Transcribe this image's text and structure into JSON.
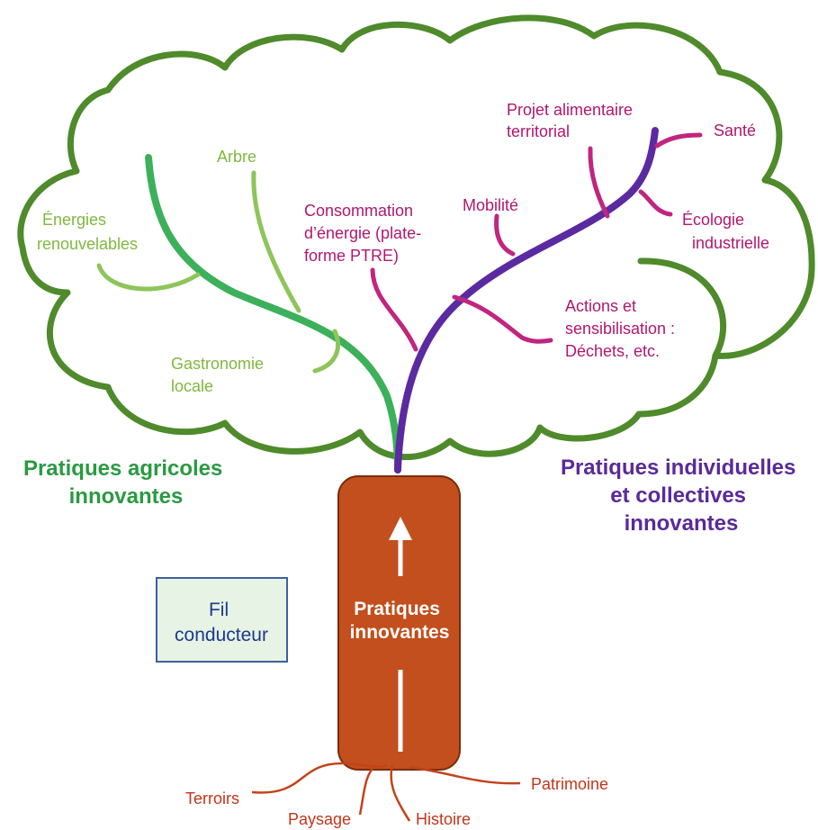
{
  "colors": {
    "cloud_outline": "#4f8a2b",
    "agri_branch": "#3cb05a",
    "agri_twig": "#8dc55a",
    "agri_label": "#7fb83e",
    "indiv_branch": "#5b2aa0",
    "indiv_twig": "#c0267f",
    "indiv_label": "#b0176e",
    "trunk_fill": "#c24f1d",
    "trunk_stroke": "#7a2d0c",
    "root_line": "#c2431a",
    "root_label": "#c2361a",
    "agri_title": "#2a9a42",
    "indiv_title": "#5a2a99",
    "box_fill": "#e7f3e4",
    "box_stroke": "#3c60a0",
    "box_text": "#1b3a8c",
    "arrow": "#ffffff"
  },
  "agricultural": {
    "title_line1": "Pratiques agricoles",
    "title_line2": "innovantes",
    "branches": {
      "energies_line1": "Énergies",
      "energies_line2": "renouvelables",
      "arbre": "Arbre",
      "gastronomie_line1": "Gastronomie",
      "gastronomie_line2": "locale"
    }
  },
  "individual": {
    "title_line1": "Pratiques individuelles",
    "title_line2": "et collectives",
    "title_line3": "innovantes",
    "branches": {
      "consommation_line1": "Consommation",
      "consommation_line2": "d’énergie (plate-",
      "consommation_line3": "forme PTRE)",
      "mobilite": "Mobilité",
      "projet_line1": "Projet alimentaire",
      "projet_line2": "territorial",
      "sante": "Santé",
      "ecologie_line1": "Écologie",
      "ecologie_line2": "industrielle",
      "actions_line1": "Actions et",
      "actions_line2": "sensibilisation :",
      "actions_line3": "Déchets, etc."
    }
  },
  "trunk": {
    "label_line1": "Pratiques",
    "label_line2": "innovantes"
  },
  "roots": {
    "terroirs": "Terroirs",
    "paysage": "Paysage",
    "histoire": "Histoire",
    "patrimoine": "Patrimoine"
  },
  "fil_box": {
    "line1": "Fil",
    "line2": "conducteur"
  }
}
